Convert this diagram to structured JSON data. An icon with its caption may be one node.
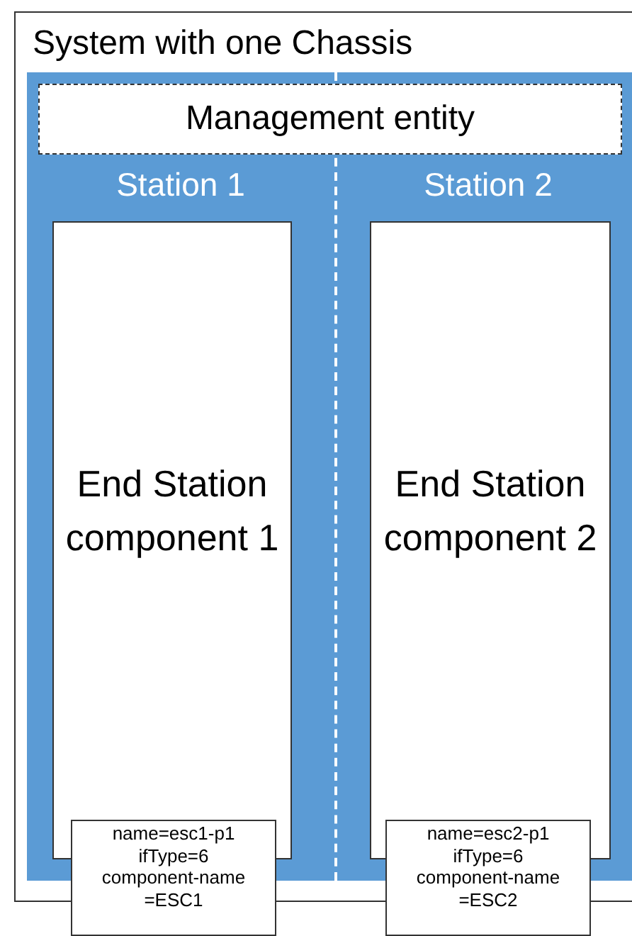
{
  "diagram": {
    "nodes": [
      {
        "text": [
          "System with one Chassis"
        ]
      },
      {
        "text": [
          "Management entity"
        ],
        "in": 0
      },
      {
        "text": [
          "Station 1"
        ],
        "in": 0
      },
      {
        "text": [
          "Station 2"
        ],
        "in": 0
      },
      {
        "text": [
          "End Station component 1"
        ],
        "in": 2
      },
      {
        "text": [
          "End Station component 2"
        ],
        "in": 3
      },
      {
        "text": [
          "name=esc1-p1 ifType=6 component-name =ESC1"
        ]
      },
      {
        "text": [
          "name=esc2-p1 ifType=6 component-name =ESC2"
        ]
      }
    ]
  }
}
